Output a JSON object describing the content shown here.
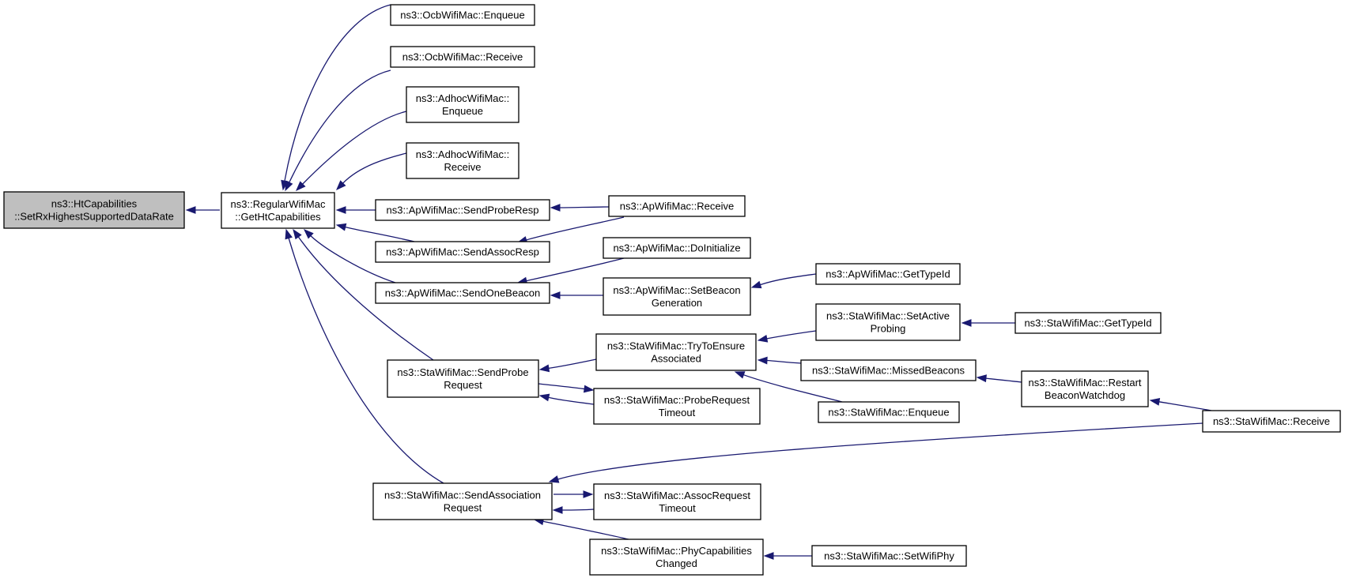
{
  "diagram": {
    "nodes": [
      {
        "id": "root",
        "lines": [
          "ns3::HtCapabilities",
          "::SetRxHighestSupportedDataRate"
        ],
        "root": true
      },
      {
        "id": "getht",
        "lines": [
          "ns3::RegularWifiMac",
          "::GetHtCapabilities"
        ]
      },
      {
        "id": "ocbEnq",
        "lines": [
          "ns3::OcbWifiMac::Enqueue"
        ]
      },
      {
        "id": "ocbRecv",
        "lines": [
          "ns3::OcbWifiMac::Receive"
        ]
      },
      {
        "id": "adhocEnq",
        "lines": [
          "ns3::AdhocWifiMac::",
          "Enqueue"
        ]
      },
      {
        "id": "adhocRecv",
        "lines": [
          "ns3::AdhocWifiMac::",
          "Receive"
        ]
      },
      {
        "id": "apProbeResp",
        "lines": [
          "ns3::ApWifiMac::SendProbeResp"
        ]
      },
      {
        "id": "apAssocResp",
        "lines": [
          "ns3::ApWifiMac::SendAssocResp"
        ]
      },
      {
        "id": "apOneBeacon",
        "lines": [
          "ns3::ApWifiMac::SendOneBeacon"
        ]
      },
      {
        "id": "staProbeReq",
        "lines": [
          "ns3::StaWifiMac::SendProbe",
          "Request"
        ]
      },
      {
        "id": "staAssocReq",
        "lines": [
          "ns3::StaWifiMac::SendAssociation",
          "Request"
        ]
      },
      {
        "id": "apRecv",
        "lines": [
          "ns3::ApWifiMac::Receive"
        ]
      },
      {
        "id": "apDoInit",
        "lines": [
          "ns3::ApWifiMac::DoInitialize"
        ]
      },
      {
        "id": "apSetBeacon",
        "lines": [
          "ns3::ApWifiMac::SetBeacon",
          "Generation"
        ]
      },
      {
        "id": "apTypeId",
        "lines": [
          "ns3::ApWifiMac::GetTypeId"
        ]
      },
      {
        "id": "staTryEnsure",
        "lines": [
          "ns3::StaWifiMac::TryToEnsure",
          "Associated"
        ]
      },
      {
        "id": "staProbeTimeout",
        "lines": [
          "ns3::StaWifiMac::ProbeRequest",
          "Timeout"
        ]
      },
      {
        "id": "staSetActive",
        "lines": [
          "ns3::StaWifiMac::SetActive",
          "Probing"
        ]
      },
      {
        "id": "staTypeId",
        "lines": [
          "ns3::StaWifiMac::GetTypeId"
        ]
      },
      {
        "id": "staMissed",
        "lines": [
          "ns3::StaWifiMac::MissedBeacons"
        ]
      },
      {
        "id": "staEnq",
        "lines": [
          "ns3::StaWifiMac::Enqueue"
        ]
      },
      {
        "id": "staRestart",
        "lines": [
          "ns3::StaWifiMac::Restart",
          "BeaconWatchdog"
        ]
      },
      {
        "id": "staRecv",
        "lines": [
          "ns3::StaWifiMac::Receive"
        ]
      },
      {
        "id": "staAssocTimeout",
        "lines": [
          "ns3::StaWifiMac::AssocRequest",
          "Timeout"
        ]
      },
      {
        "id": "staPhyCap",
        "lines": [
          "ns3::StaWifiMac::PhyCapabilities",
          "Changed"
        ]
      },
      {
        "id": "staSetPhy",
        "lines": [
          "ns3::StaWifiMac::SetWifiPhy"
        ]
      }
    ],
    "edges": [
      {
        "from": "getht",
        "to": "root"
      },
      {
        "from": "ocbEnq",
        "to": "getht"
      },
      {
        "from": "ocbRecv",
        "to": "getht"
      },
      {
        "from": "adhocEnq",
        "to": "getht"
      },
      {
        "from": "adhocRecv",
        "to": "getht"
      },
      {
        "from": "apProbeResp",
        "to": "getht"
      },
      {
        "from": "apAssocResp",
        "to": "getht"
      },
      {
        "from": "apOneBeacon",
        "to": "getht"
      },
      {
        "from": "staProbeReq",
        "to": "getht"
      },
      {
        "from": "staAssocReq",
        "to": "getht"
      },
      {
        "from": "apRecv",
        "to": "apProbeResp"
      },
      {
        "from": "apRecv",
        "to": "apAssocResp"
      },
      {
        "from": "apDoInit",
        "to": "apOneBeacon"
      },
      {
        "from": "apSetBeacon",
        "to": "apOneBeacon"
      },
      {
        "from": "apTypeId",
        "to": "apSetBeacon"
      },
      {
        "from": "staTryEnsure",
        "to": "staProbeReq"
      },
      {
        "from": "staProbeTimeout",
        "to": "staProbeReq"
      },
      {
        "from": "staProbeReq",
        "to": "staProbeTimeout"
      },
      {
        "from": "staSetActive",
        "to": "staTryEnsure"
      },
      {
        "from": "staTypeId",
        "to": "staSetActive"
      },
      {
        "from": "staMissed",
        "to": "staTryEnsure"
      },
      {
        "from": "staEnq",
        "to": "staTryEnsure"
      },
      {
        "from": "staRestart",
        "to": "staMissed"
      },
      {
        "from": "staRecv",
        "to": "staRestart"
      },
      {
        "from": "staRecv",
        "to": "staAssocReq"
      },
      {
        "from": "staAssocReq",
        "to": "staAssocTimeout"
      },
      {
        "from": "staAssocTimeout",
        "to": "staAssocReq"
      },
      {
        "from": "staPhyCap",
        "to": "staAssocReq"
      },
      {
        "from": "staSetPhy",
        "to": "staPhyCap"
      }
    ]
  }
}
